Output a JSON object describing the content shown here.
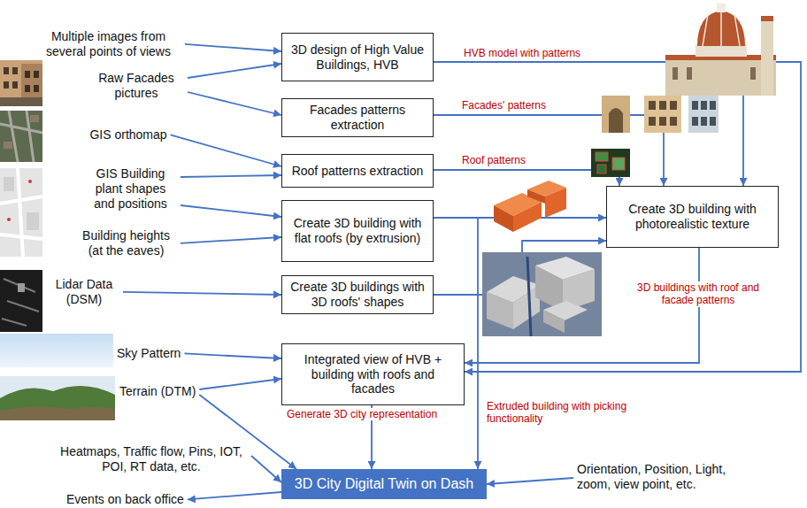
{
  "diagram": {
    "nodes": [
      {
        "text": [
          "Multiple images from several points of views"
        ]
      },
      {
        "text": [
          "Raw Facades pictures"
        ]
      },
      {
        "text": [
          "GIS orthomap"
        ]
      },
      {
        "text": [
          "GIS Building plant shapes and positions"
        ]
      },
      {
        "text": [
          "Building heights (at the eaves)"
        ]
      },
      {
        "text": [
          "Lidar Data (DSM)"
        ]
      },
      {
        "text": [
          "Sky Pattern"
        ]
      },
      {
        "text": [
          "Terrain (DTM)"
        ]
      },
      {
        "text": [
          "Heatmaps, Traffic flow, Pins, IOT, POI, RT data, etc."
        ]
      },
      {
        "text": [
          "Events on back office"
        ]
      },
      {
        "text": [
          "3D design of High Value Buildings, HVB"
        ]
      },
      {
        "text": [
          "Facades patterns extraction"
        ]
      },
      {
        "text": [
          "Roof patterns extraction"
        ]
      },
      {
        "text": [
          "Create 3D building with flat roofs (by extrusion)"
        ]
      },
      {
        "text": [
          "Create 3D buildings with 3D roofs' shapes"
        ]
      },
      {
        "text": [
          "Create 3D building with photorealistic texture"
        ]
      },
      {
        "text": [
          "Integrated view of HVB + building with roofs and facades"
        ]
      },
      {
        "text": [
          "3D City Digital Twin on Dash"
        ]
      },
      {
        "text": [
          "Orientation, Position, Light, zoom, view point, etc."
        ]
      }
    ],
    "edges": [
      {
        "from": 0,
        "to": 10,
        "arrow": "to"
      },
      {
        "from": 1,
        "to": 10,
        "arrow": "to"
      },
      {
        "from": 1,
        "to": 11,
        "arrow": "to"
      },
      {
        "from": 2,
        "to": 12,
        "arrow": "to"
      },
      {
        "from": 3,
        "to": 12,
        "arrow": "to"
      },
      {
        "from": 3,
        "to": 13,
        "arrow": "to"
      },
      {
        "from": 4,
        "to": 13,
        "arrow": "to"
      },
      {
        "from": 5,
        "to": 14,
        "arrow": "to"
      },
      {
        "from": 10,
        "to": 16,
        "label": "HVB model with patterns",
        "arrow": "to"
      },
      {
        "from": 10,
        "to": 15,
        "arrow": "to"
      },
      {
        "from": 11,
        "to": 15,
        "label": "Facades' patterns",
        "arrow": "to"
      },
      {
        "from": 12,
        "to": 15,
        "label": "Roof patterns",
        "arrow": "to"
      },
      {
        "from": 13,
        "to": 15,
        "arrow": "to"
      },
      {
        "from": 14,
        "to": 15,
        "arrow": "to"
      },
      {
        "from": 13,
        "to": 17,
        "label": "Extruded building with picking functionality",
        "arrow": "to"
      },
      {
        "from": 15,
        "to": 16,
        "label": "3D buildings with roof and facade patterns",
        "arrow": "to"
      },
      {
        "from": 6,
        "to": 16,
        "arrow": "to"
      },
      {
        "from": 7,
        "to": 16,
        "arrow": "to"
      },
      {
        "from": 16,
        "to": 17,
        "label": "Generate 3D city representation",
        "arrow": "to"
      },
      {
        "from": 7,
        "to": 17,
        "arrow": "to"
      },
      {
        "from": 8,
        "to": 17,
        "arrow": "to"
      },
      {
        "from": 18,
        "to": 17,
        "arrow": "to"
      },
      {
        "from": 17,
        "to": 9,
        "arrow": "to"
      }
    ]
  }
}
